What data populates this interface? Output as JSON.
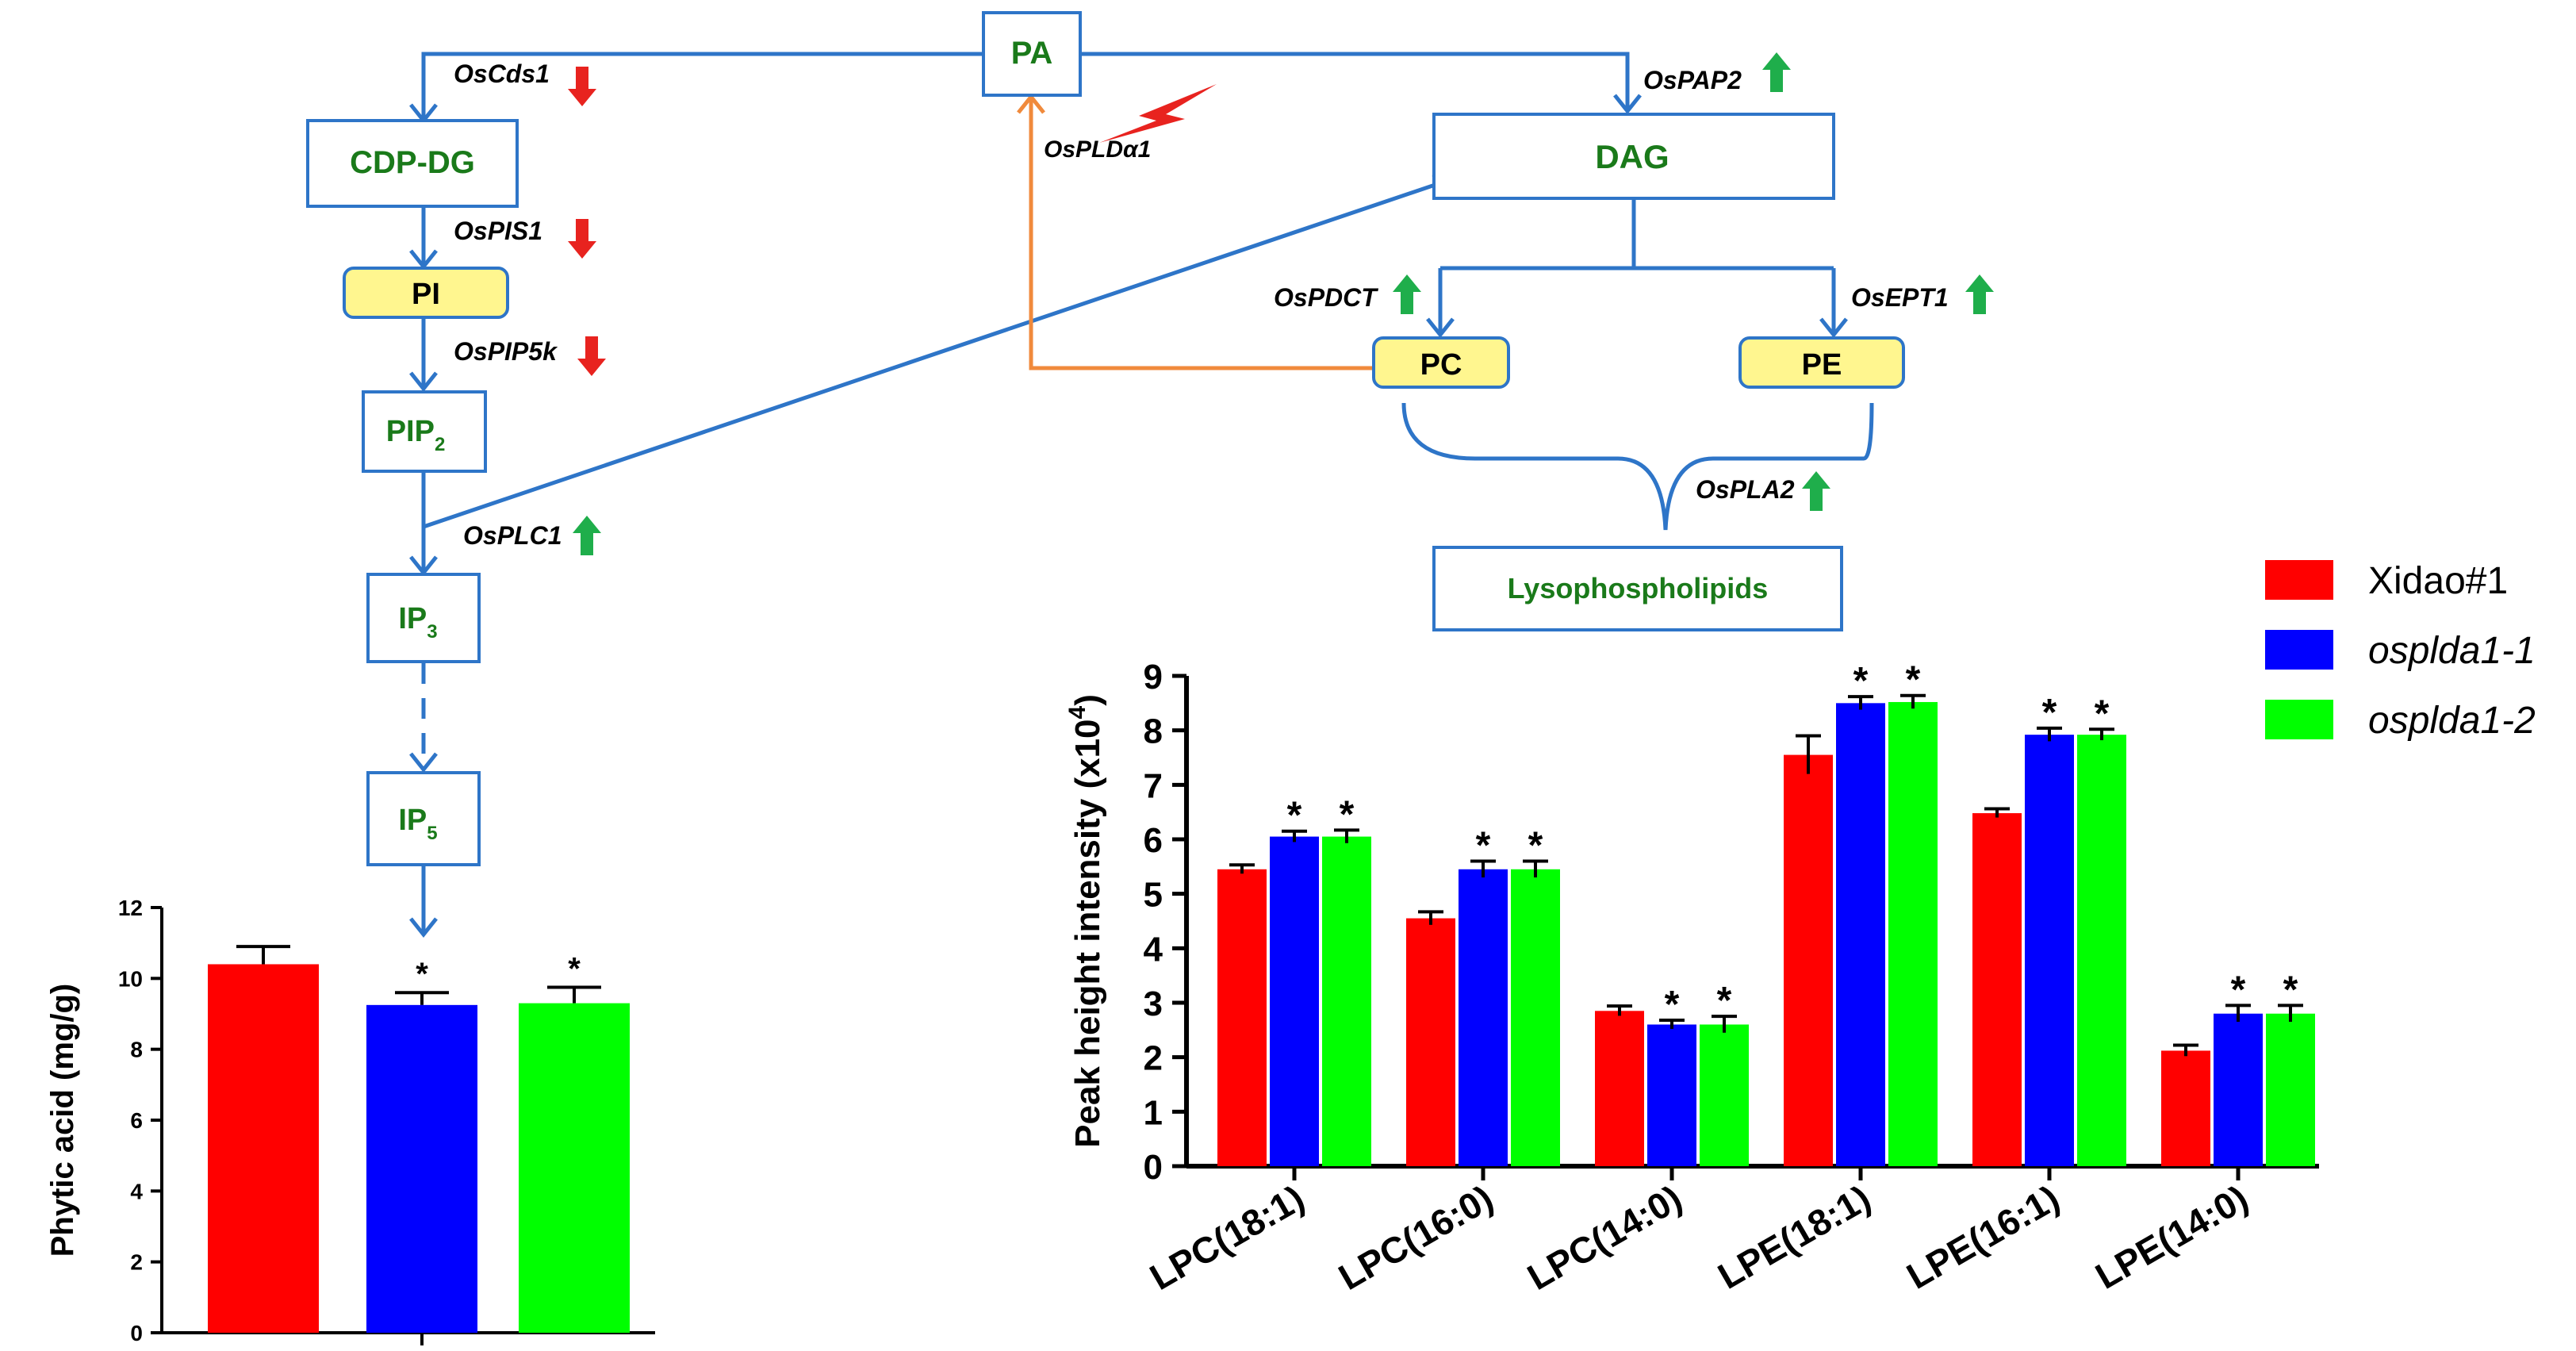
{
  "pathway": {
    "nodes": {
      "pa": "PA",
      "cdp_dg": "CDP-DG",
      "pi": "PI",
      "pip2": "PIP",
      "pip2_sub": "2",
      "ip3": "IP",
      "ip3_sub": "3",
      "ip5": "IP",
      "ip5_sub": "5",
      "dag": "DAG",
      "pc": "PC",
      "pe": "PE",
      "lyso": "Lysophospholipids"
    },
    "enzymes": {
      "oscds1": "OsCds1",
      "ospis1": "OsPIS1",
      "ospip5k": "OsPIP5k",
      "osplc1": "OsPLC1",
      "ospap2": "OsPAP2",
      "ospldα1": "OsPLDα1",
      "ospdct": "OsPDCT",
      "osept1": "OsEPT1",
      "ospla2": "OsPLA2"
    },
    "regulation": {
      "oscds1": "down",
      "ospis1": "down",
      "ospip5k": "down",
      "osplc1": "up",
      "ospap2": "up",
      "ospdct": "up",
      "osept1": "up",
      "ospla2": "up"
    },
    "colors": {
      "arrow": "#2e75c8",
      "pld_arrow": "#f08a3c",
      "node_text": "#1a7a1a",
      "highlight_fill": "#fff68f",
      "down": "#e8231f",
      "up": "#1fae4b",
      "knockout_bolt": "#e8231f"
    },
    "icons": [
      "down-arrow-icon",
      "up-arrow-icon",
      "lightning-bolt-icon"
    ]
  },
  "chart_data": [
    {
      "type": "bar",
      "ylabel": "Phytic acid (mg/g)",
      "ylim": [
        0,
        12
      ],
      "yticks": [
        "0",
        "2",
        "4",
        "6",
        "8",
        "10",
        "12"
      ],
      "categories": [
        "Xidao#1",
        "osplda1-1",
        "osplda1-2"
      ],
      "values": [
        10.4,
        9.25,
        9.3
      ],
      "errors": [
        0.5,
        0.35,
        0.45
      ],
      "significance": [
        "",
        "*",
        "*"
      ],
      "colors": [
        "#ff0000",
        "#0000ff",
        "#00ff00"
      ],
      "grid": false
    },
    {
      "type": "bar",
      "ylabel": "Peak height intensity (x10",
      "ylabel_sup": "4",
      "ylabel_end": ")",
      "ylim": [
        0,
        9
      ],
      "yticks": [
        "0",
        "1",
        "2",
        "3",
        "4",
        "5",
        "6",
        "7",
        "8",
        "9"
      ],
      "categories": [
        "LPC(18:1)",
        "LPC(16:0)",
        "LPC(14:0)",
        "LPE(18:1)",
        "LPE(16:1)",
        "LPE(14:0)"
      ],
      "series": [
        {
          "name": "Xidao#1",
          "color": "#ff0000",
          "values": [
            5.45,
            4.55,
            2.85,
            7.55,
            6.48,
            2.12
          ],
          "errors": [
            0.08,
            0.12,
            0.09,
            0.35,
            0.08,
            0.1
          ],
          "significance": [
            "",
            "",
            "",
            "",
            "",
            ""
          ]
        },
        {
          "name": "osplda1-1",
          "color": "#0000ff",
          "values": [
            6.05,
            5.45,
            2.6,
            8.5,
            7.92,
            2.8
          ],
          "errors": [
            0.1,
            0.15,
            0.08,
            0.12,
            0.12,
            0.15
          ],
          "significance": [
            "*",
            "*",
            "*",
            "*",
            "*",
            "*"
          ]
        },
        {
          "name": "osplda1-2",
          "color": "#00ff00",
          "values": [
            6.05,
            5.45,
            2.6,
            8.52,
            7.92,
            2.8
          ],
          "errors": [
            0.12,
            0.15,
            0.15,
            0.12,
            0.1,
            0.15
          ],
          "significance": [
            "*",
            "*",
            "*",
            "*",
            "*",
            "*"
          ]
        }
      ],
      "legend_position": "top-right",
      "grid": false
    }
  ],
  "legend": {
    "items": [
      "Xidao#1",
      "osplda1-1",
      "osplda1-2"
    ],
    "italic": [
      false,
      true,
      true
    ]
  }
}
